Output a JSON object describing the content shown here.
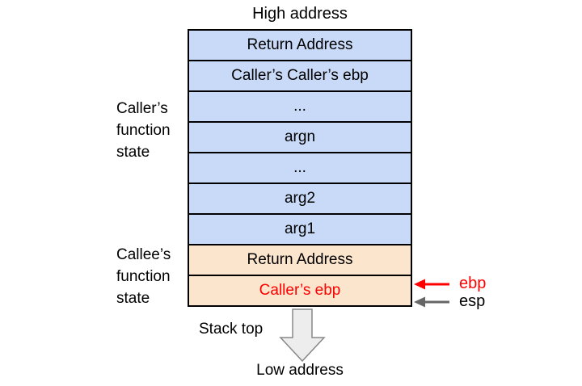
{
  "title": "High address",
  "stack": {
    "cells": [
      {
        "label": "Return Address",
        "section": "caller"
      },
      {
        "label": "Caller’s Caller’s ebp",
        "section": "caller"
      },
      {
        "label": "...",
        "section": "caller"
      },
      {
        "label": "argn",
        "section": "caller"
      },
      {
        "label": "...",
        "section": "caller"
      },
      {
        "label": "arg2",
        "section": "caller"
      },
      {
        "label": "arg1",
        "section": "caller"
      },
      {
        "label": "Return Address",
        "section": "callee"
      },
      {
        "label": "Caller’s ebp",
        "section": "callee",
        "emphasis": "red"
      }
    ]
  },
  "side_labels": {
    "caller": {
      "lines": [
        "Caller’s",
        "function",
        "state"
      ]
    },
    "callee": {
      "lines": [
        "Callee’s",
        "function",
        "state"
      ]
    }
  },
  "registers": {
    "ebp": {
      "label": "ebp"
    },
    "esp": {
      "label": "esp"
    }
  },
  "footer": {
    "stack_top": "Stack top",
    "low_address": "Low address"
  },
  "colors": {
    "cell-blue": "#c9daf8",
    "cell-orange": "#fce5cd",
    "emphasis-red": "#ff0000",
    "esp-arrow-gray": "#666666",
    "block-arrow-fill": "#ededed",
    "block-arrow-stroke": "#888888",
    "border-black": "#000000"
  }
}
